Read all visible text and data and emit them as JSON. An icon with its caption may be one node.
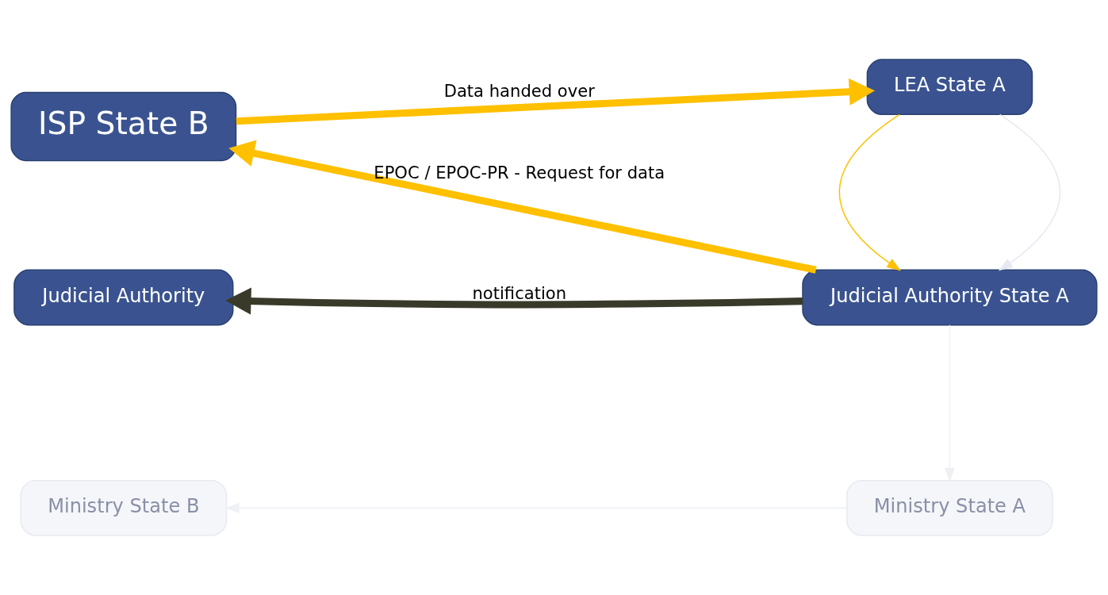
{
  "diagram": {
    "nodes": [
      {
        "text": [
          "Ministry State A"
        ]
      },
      {
        "text": [
          "Ministry State B"
        ]
      },
      {
        "text": [
          "Judicial Authority State A"
        ]
      },
      {
        "text": [
          "Judicial Authority"
        ]
      },
      {
        "text": [
          "LEA State A"
        ]
      },
      {
        "text": [
          "ISP State B"
        ]
      }
    ],
    "edges": [
      {
        "from": 0,
        "to": 1,
        "arrow": "to",
        "color": "#eef0f4"
      },
      {
        "from": 2,
        "to": 0,
        "arrow": "to",
        "color": "#eef0f4"
      },
      {
        "from": 4,
        "to": 2,
        "arrow": "to",
        "color": "#e6e8f2"
      },
      {
        "from": 4,
        "to": 2,
        "arrow": "to",
        "color": "#ffc000"
      },
      {
        "from": 2,
        "to": 3,
        "arrow": "to",
        "label": "notification",
        "style": "thick",
        "color": "#3a3a2a"
      },
      {
        "from": 2,
        "to": 5,
        "arrow": "to",
        "label": "EPOC / EPOC-PR - Request for data",
        "style": "thick",
        "color": "#ffc000"
      },
      {
        "from": 5,
        "to": 4,
        "arrow": "to",
        "label": "Data handed over",
        "style": "thick",
        "color": "#ffc000"
      }
    ]
  }
}
